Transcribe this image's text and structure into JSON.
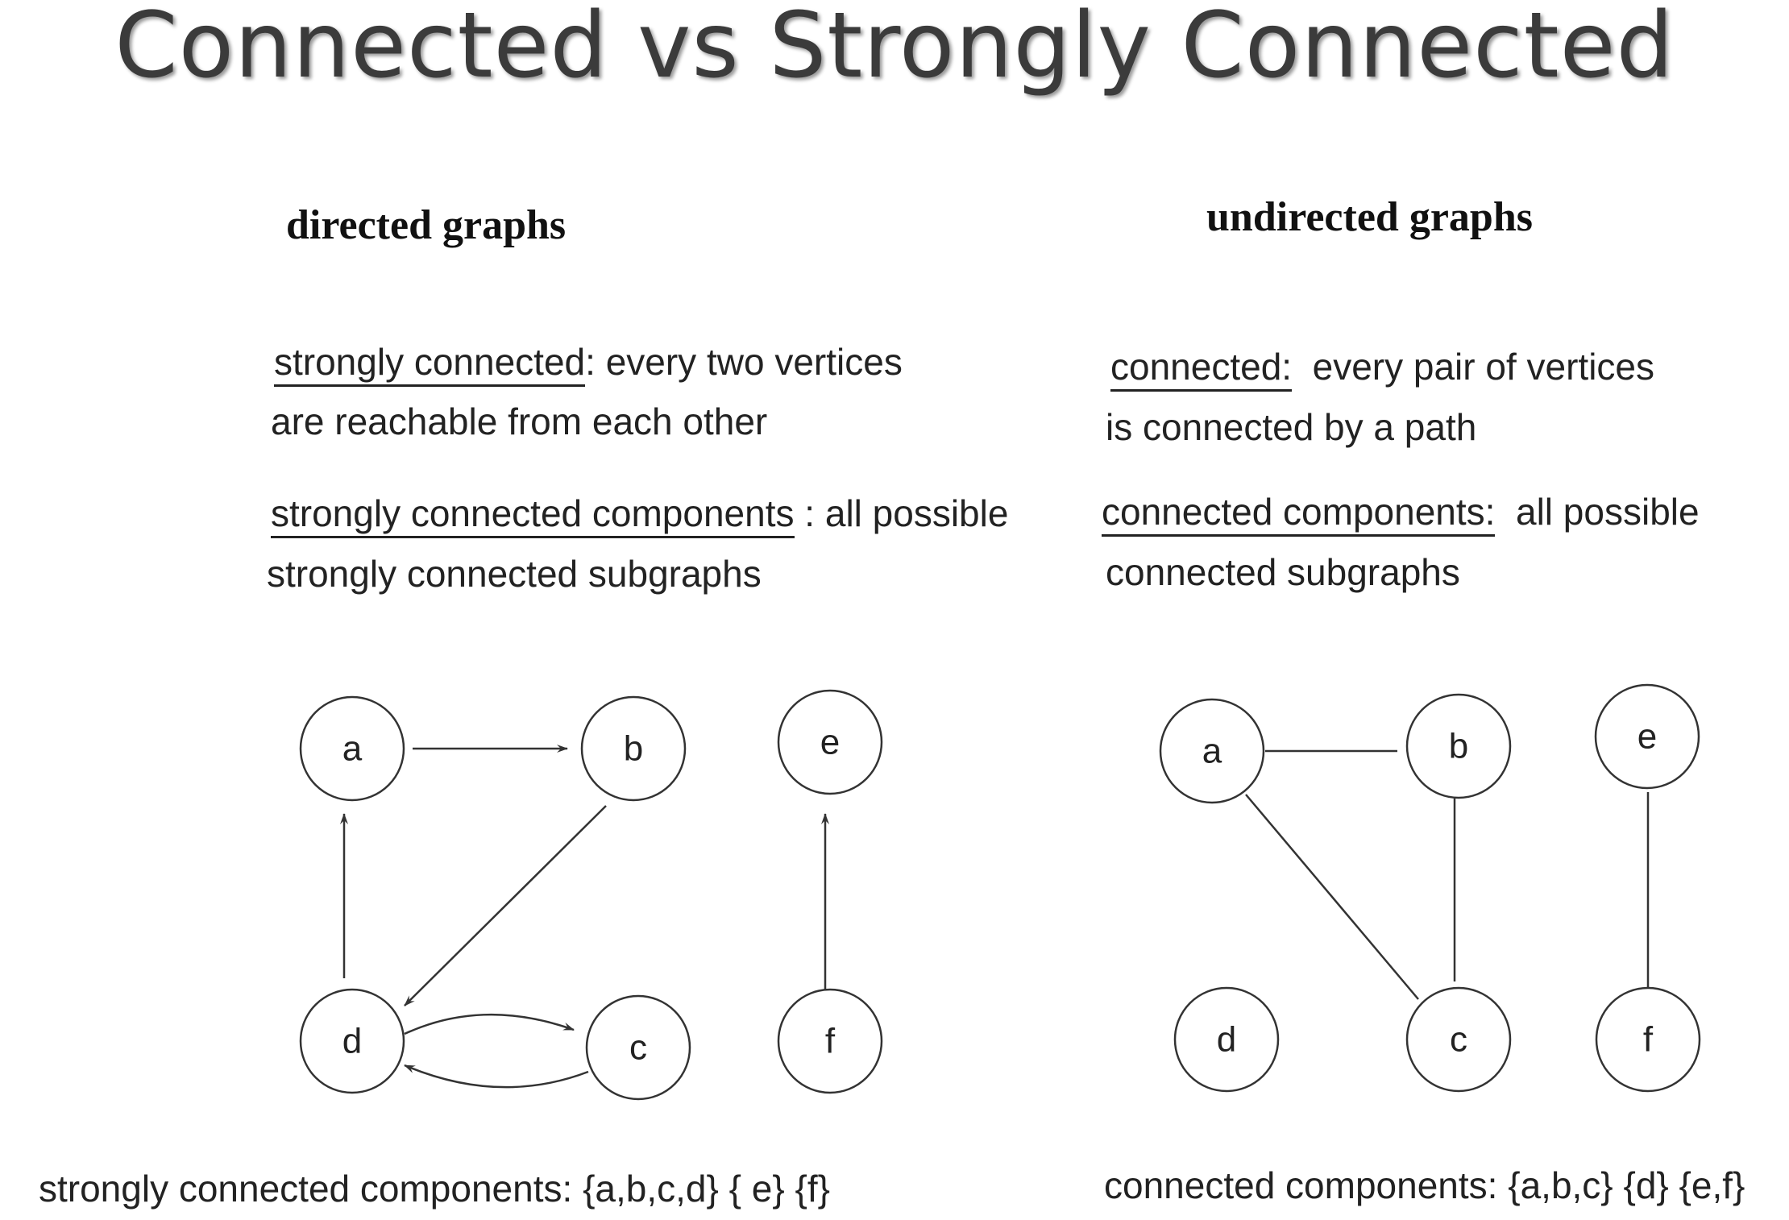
{
  "title": "Connected vs Strongly Connected",
  "left": {
    "heading": "directed graphs",
    "def1_term": "strongly connected",
    "def1_colon": ":",
    "def1_rest": " every two vertices",
    "def1_line2": "are reachable from each other",
    "def2_term": "strongly connected components",
    "def2_rest": " : all possible",
    "def2_line2": "strongly connected subgraphs",
    "summary": "strongly connected components: {a,b,c,d} { e} {f}"
  },
  "right": {
    "heading": "undirected graphs",
    "def1_term": "connected:",
    "def1_rest": "every pair of vertices",
    "def1_line2": "is connected by a path",
    "def2_term": "connected components:",
    "def2_rest": "all possible",
    "def2_line2": "connected subgraphs",
    "summary": "connected components: {a,b,c} {d} {e,f}"
  },
  "directed_graph": {
    "nodes": [
      "a",
      "b",
      "c",
      "d",
      "e",
      "f"
    ],
    "edges": [
      [
        "a",
        "b"
      ],
      [
        "b",
        "d"
      ],
      [
        "d",
        "a"
      ],
      [
        "d",
        "c"
      ],
      [
        "c",
        "d"
      ],
      [
        "f",
        "e"
      ]
    ]
  },
  "undirected_graph": {
    "nodes": [
      "a",
      "b",
      "c",
      "d",
      "e",
      "f"
    ],
    "edges": [
      [
        "a",
        "b"
      ],
      [
        "a",
        "c"
      ],
      [
        "b",
        "c"
      ],
      [
        "e",
        "f"
      ]
    ]
  }
}
